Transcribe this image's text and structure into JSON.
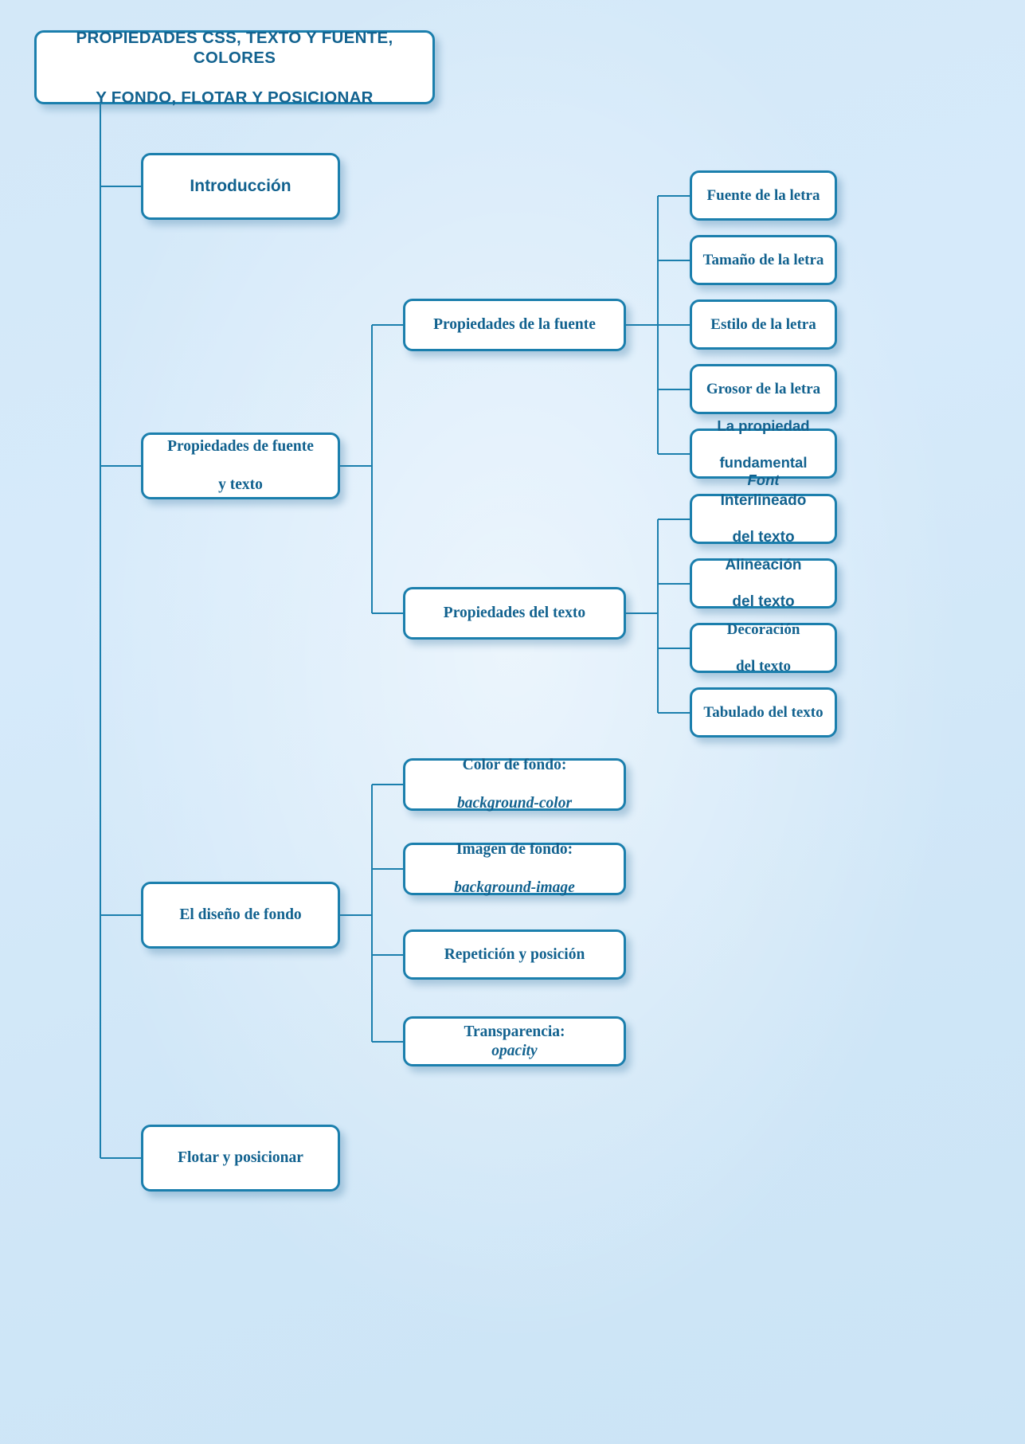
{
  "diagram": {
    "title": "PROPIEDADES CSS, TEXTO Y FUENTE, COLORES Y FONDO, FLOTAR Y POSICIONAR",
    "title_line1": "PROPIEDADES CSS, TEXTO Y FUENTE, COLORES",
    "title_line2": "Y FONDO, FLOTAR Y POSICIONAR",
    "colors": {
      "background": "#d3e8f8",
      "box_fill": "#ffffff",
      "box_border": "#1b7fad",
      "text": "#12628f",
      "connector": "#1b7fad"
    },
    "branches": {
      "introduccion": {
        "label": "Introducción"
      },
      "fuente_texto": {
        "label_line1": "Propiedades de fuente",
        "label_line2": "y texto",
        "groups": {
          "fuente": {
            "label": "Propiedades de la fuente",
            "items": [
              {
                "label": "Fuente de la letra"
              },
              {
                "label": "Tamaño de la letra"
              },
              {
                "label": "Estilo de la letra"
              },
              {
                "label": "Grosor de la letra"
              },
              {
                "label_line1": "La propiedad",
                "label_line2_plain": "fundamental ",
                "label_line2_italic": "Font"
              }
            ]
          },
          "texto": {
            "label": "Propiedades del texto",
            "items": [
              {
                "label_line1": "Interlineado",
                "label_line2": "del texto"
              },
              {
                "label_line1": "Alineación",
                "label_line2": "del texto"
              },
              {
                "label_line1": "Decoración",
                "label_line2": "del texto"
              },
              {
                "label": "Tabulado del texto"
              }
            ]
          }
        }
      },
      "fondo": {
        "label": "El diseño de fondo",
        "items": [
          {
            "label_line1": "Color de fondo:",
            "label_line2_italic": "background-color"
          },
          {
            "label_line1": "Imagen de fondo:",
            "label_line2_italic": "background-image"
          },
          {
            "label": "Repetición y posición"
          },
          {
            "label_plain": "Transparencia: ",
            "label_italic": "opacity"
          }
        ]
      },
      "flotar": {
        "label": "Flotar y posicionar"
      }
    }
  }
}
